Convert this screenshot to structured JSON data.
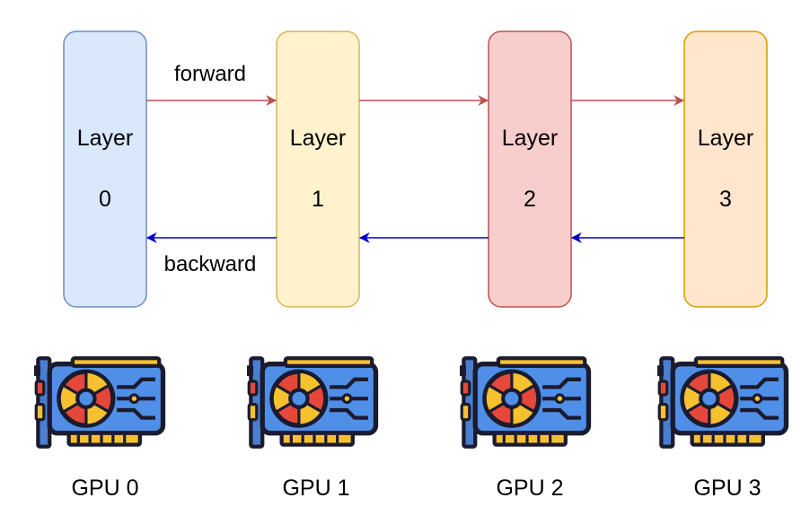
{
  "layers": [
    {
      "name": "Layer",
      "index": "0",
      "fill": "#dae8fc",
      "stroke": "#6c8ebf"
    },
    {
      "name": "Layer",
      "index": "1",
      "fill": "#fff2cc",
      "stroke": "#d6b656"
    },
    {
      "name": "Layer",
      "index": "2",
      "fill": "#f8cecc",
      "stroke": "#b85450"
    },
    {
      "name": "Layer",
      "index": "3",
      "fill": "#ffe6cc",
      "stroke": "#d79b00"
    }
  ],
  "arrows": {
    "forward_label": "forward",
    "backward_label": "backward",
    "forward_color": "#b85450",
    "backward_color": "#0000cc"
  },
  "gpus": [
    {
      "label": "GPU 0",
      "icon": "graphics-card-icon"
    },
    {
      "label": "GPU 1",
      "icon": "graphics-card-icon"
    },
    {
      "label": "GPU 2",
      "icon": "graphics-card-icon"
    },
    {
      "label": "GPU 3",
      "icon": "graphics-card-icon"
    }
  ],
  "icon_colors": {
    "outline": "#1b1b2f",
    "board": "#4f8fe8",
    "bracket": "#4a7fd0",
    "gold": "#f6c12e",
    "red": "#e5483a",
    "fan_center": "#4f8fe8"
  }
}
